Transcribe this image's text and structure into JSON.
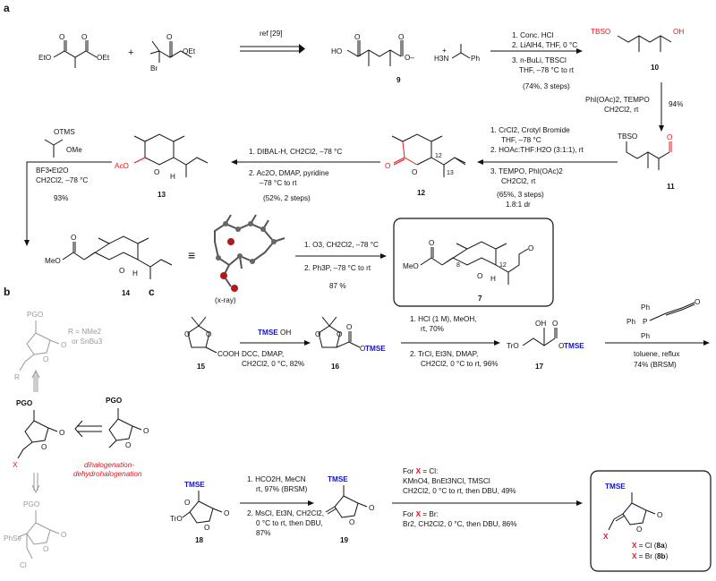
{
  "panels": {
    "a": "a",
    "b": "b",
    "c": "c"
  },
  "a": {
    "ref": "ref [29]",
    "plus": "+",
    "sm1": [
      "EtO",
      "OEt"
    ],
    "sm2": [
      "Br",
      "OEt"
    ],
    "salt": {
      "ho": "HO",
      "ominus": "O–",
      "h3n": "H3N",
      "plus": "+",
      "ph": "Ph",
      "num": "9"
    },
    "step1": [
      "1. Conc. HCl",
      "2. LiAlH4, THF, 0 °C",
      "3. n-BuLi, TBSCl",
      "THF, –78 °C to rt",
      "(74%, 3 steps)"
    ],
    "c10": {
      "tbso": "TBSO",
      "oh": "OH",
      "num": "10"
    },
    "step2": [
      "PhI(OAc)2, TEMPO",
      "CH2Cl2, rt"
    ],
    "yield94": "94%",
    "c11": {
      "tbso": "TBSO",
      "o": "O",
      "num": "11"
    },
    "step3": [
      "1. CrCl2, Crotyl Bromide",
      "THF, –78 °C",
      "2. HOAc:THF:H2O (3:1:1), rt",
      "3. TEMPO, PhI(OAc)2",
      "CH2Cl2, rt",
      "(65%, 3 steps)",
      "1.8:1 dr"
    ],
    "c12": {
      "o": "O",
      "num": "12",
      "l12": "12",
      "l13": "13"
    },
    "step4": [
      "1. DIBAL-H, CH2Cl2, –78 °C",
      "2. Ac2O, DMAP, pyridine",
      "–78 °C to rt",
      "(52%, 2 steps)"
    ],
    "c13": {
      "aco": "AcO",
      "o": "O",
      "h": "H",
      "num": "13"
    },
    "reagent": {
      "otms": "OTMS",
      "ome": "OMe"
    },
    "step5": [
      "BF3•Et2O",
      "CH2Cl2, –78 °C",
      "93%"
    ],
    "c14": {
      "meo": "MeO",
      "o": "O",
      "h": "H",
      "num": "14"
    },
    "equiv": "≡",
    "xray": "(x-ray)",
    "step6": [
      "1. O3, CH2Cl2, –78 °C",
      "2. Ph3P, –78 °C to rt",
      "87 %"
    ],
    "c7": {
      "meo": "MeO",
      "o": "O",
      "h": "H",
      "l8": "8",
      "l12": "12",
      "num": "7"
    }
  },
  "b": {
    "pgo": "PGO",
    "o": "O",
    "x": "X",
    "r": "R",
    "rdef": [
      "R = NMe2",
      "or SnBu3"
    ],
    "phse": "PhSe",
    "cl": "Cl",
    "red": [
      "dihalogenation-",
      "dehydrohalogenation"
    ]
  },
  "c": {
    "c15": {
      "cooh": "COOH",
      "num": "15"
    },
    "tmseoh": [
      "TMSE",
      "OH"
    ],
    "step1": [
      "DCC, DMAP,",
      "CH2Cl2, 0 °C, 82%"
    ],
    "c16": {
      "otmse": [
        "O",
        "TMSE"
      ],
      "num": "16"
    },
    "step2": [
      "1. HCl (1 M), MeOH,",
      "rt, 70%",
      "2. TrCl, Et3N, DMAP,",
      "CH2Cl2, 0 °C to rt, 96%"
    ],
    "c17": {
      "tro": "TrO",
      "oh": "OH",
      "otmse": [
        "O",
        "TMSE"
      ],
      "num": "17"
    },
    "ylide": {
      "ph": "Ph",
      "p": "P",
      "o": "O"
    },
    "step3": [
      "toluene, reflux",
      "74% (BRSM)"
    ],
    "c18": {
      "tmse": "TMSE",
      "o": "O",
      "tro": "TrO",
      "num": "18"
    },
    "step4": [
      "1. HCO2H, MeCN",
      "rt, 97% (BRSM)",
      "2. MsCl, Et3N, CH2Cl2,",
      "0 °C to rt, then DBU,",
      "87%"
    ],
    "c19": {
      "tmse": "TMSE",
      "o": "O",
      "num": "19"
    },
    "step5": {
      "cl_head": [
        "For ",
        "X",
        " = Cl:"
      ],
      "cl_lines": [
        "KMnO4, BnEt3NCl, TMSCl",
        "CH2Cl2, 0 °C to rt, then DBU, 49%"
      ],
      "br_head": [
        "For ",
        "X",
        " = Br:"
      ],
      "br_lines": [
        "Br2, CH2Cl2, 0 °C, then DBU, 86%"
      ]
    },
    "c8": {
      "tmse": "TMSE",
      "o": "O",
      "x": "X",
      "xcl": [
        "X",
        " = Cl (",
        "8a",
        ")"
      ],
      "xbr": [
        "X",
        " = Br (",
        "8b",
        ")"
      ]
    }
  },
  "colors": {
    "red": "#e8141b",
    "blue": "#1414c8",
    "gray": "#9a9a9a"
  }
}
